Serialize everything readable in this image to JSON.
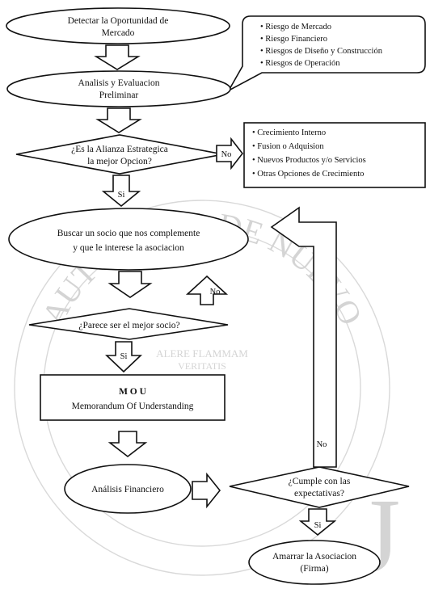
{
  "colors": {
    "stroke": "#111111",
    "fill": "#ffffff",
    "watermark": "#d6d6d6"
  },
  "nodes": {
    "start": [
      "Detectar la Oportunidad de",
      "Mercado"
    ],
    "analysis": [
      "Analisis y Evaluacion",
      "Preliminar"
    ],
    "decision_alliance": [
      "¿Es la Alianza Estrategica",
      "la mejor Opcion?"
    ],
    "search_partner": [
      "Buscar un socio que nos complemente",
      "y que le interese la asociacion"
    ],
    "decision_partner": [
      "¿Parece ser el mejor socio?"
    ],
    "mou": [
      "M O U",
      "Memorandum Of Understanding"
    ],
    "financial": [
      "Análisis Financiero"
    ],
    "decision_expectations": [
      "¿Cumple con las",
      "expectativas?"
    ],
    "end": [
      "Amarrar la Asociacion",
      "(Firma)"
    ]
  },
  "callouts": {
    "risks": [
      "• Riesgo de Mercado",
      "• Riesgo Financiero",
      "• Riesgos de Diseño y Construcción",
      "• Riesgos de Operación"
    ],
    "options": [
      "• Crecimiento Interno",
      "• Fusion o Adquision",
      "• Nuevos Productos y/o Servicios",
      "• Otras Opciones de Crecimiento"
    ]
  },
  "labels": {
    "no_alliance": "No",
    "yes_alliance": "Si",
    "no_partner": "No",
    "yes_partner": "Si",
    "no_expectations": "No",
    "yes_expectations": "Si"
  },
  "watermark": {
    "university": "AUTONOMA DE NUEVO",
    "motto": [
      "ALERE FLAMMAM",
      "VERITATIS"
    ],
    "letter": "J"
  }
}
